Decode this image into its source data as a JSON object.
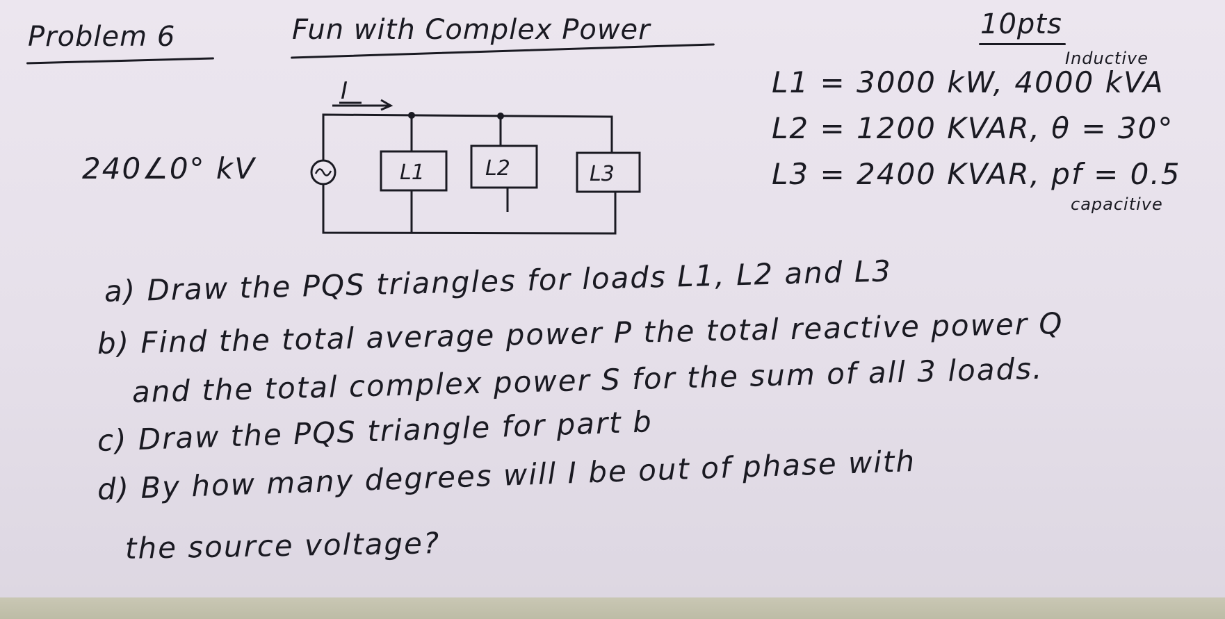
{
  "header": {
    "problem": "Problem 6",
    "title": "Fun with Complex Power",
    "points": "10pts"
  },
  "circuit": {
    "source_label": "240∠0° kV",
    "current_label": "I",
    "load_labels": [
      "L1",
      "L2",
      "L3"
    ]
  },
  "loads": {
    "inductive_note": "Inductive",
    "l1": "L1 = 3000 kW, 4000 kVA",
    "l2": "L2 = 1200 KVAR, θ = 30°",
    "l3": "L3 = 2400 KVAR, pf = 0.5",
    "capacitive_note": "capacitive"
  },
  "questions": {
    "intro": "Draw the PQS triangles for loads L1, L2 and L3",
    "a": "a) Draw the PQS triangles for loads L1, L2 and L3",
    "b_line1": "b) Find the total average power P the total reactive power Q",
    "b_line2": "and the total complex power S for the sum of all 3 loads.",
    "c": "c) Draw the PQS triangle for part b",
    "d_line1": "d) By how many degrees will I be out of phase with",
    "d_line2": "the source voltage?"
  }
}
